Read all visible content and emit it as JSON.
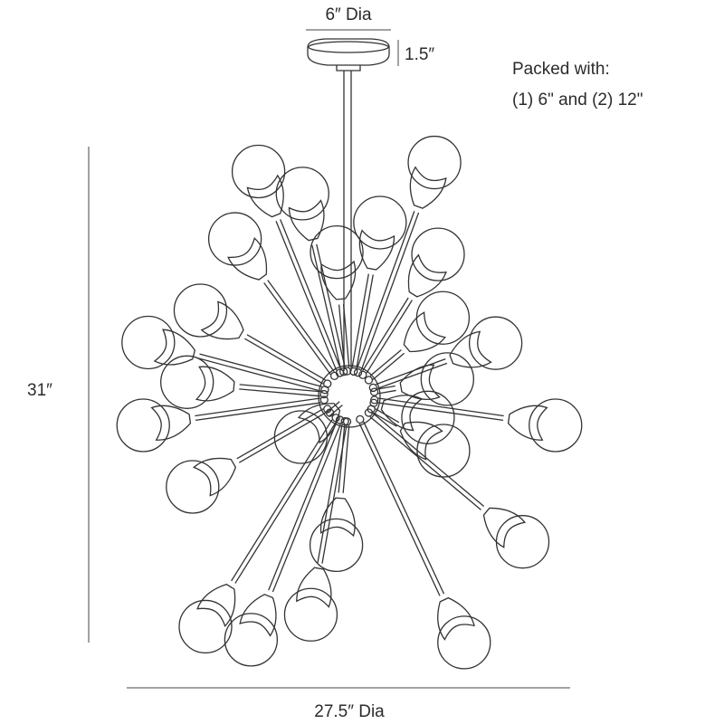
{
  "dimensions": {
    "canopy_diameter": "6″ Dia",
    "canopy_height": "1.5″",
    "overall_height": "31″",
    "overall_diameter": "27.5″ Dia"
  },
  "packed_note": {
    "line1": "Packed with:",
    "line2": "(1) 6\" and (2) 12\""
  },
  "colors": {
    "stroke": "#333333",
    "background": "#ffffff"
  }
}
